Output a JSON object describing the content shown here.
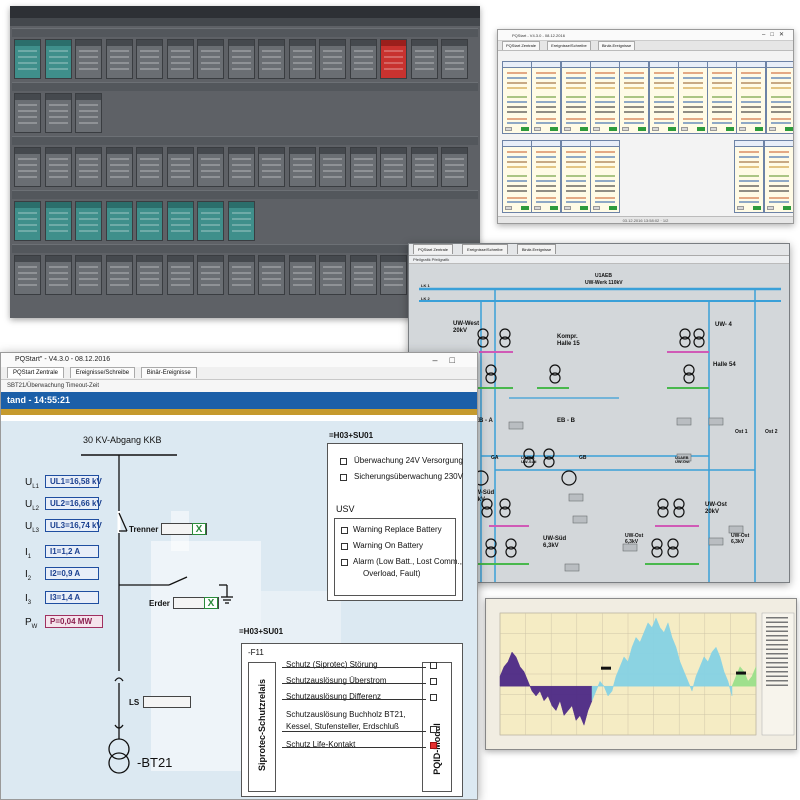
{
  "tiles_window": {
    "title": "PQStart Zentrale",
    "groups": [
      "",
      "",
      "",
      "",
      ""
    ]
  },
  "cards_window": {
    "title": "PQStart - V4.3.0 - 08.12.2016",
    "tabs": [
      "PQStart Zentrale",
      "Ereignisse/Schreibe",
      "Binär-Ereignisse"
    ],
    "status": "03.12.2016 13:58:02 · 1/2"
  },
  "network_window": {
    "tabs": [
      "PQStart Zentrale",
      "Ereignisse/Schreibe",
      "Binär-Ereignisse"
    ],
    "sub": "Pfeilgrafik   Pfeilgrafik",
    "labels": {
      "top_station": "U1AEB",
      "top_station_sub": "UW-Werk 110kV",
      "uw_west": "UW-West\n20kV",
      "uw4": "UW- 4",
      "kompr": "Kompr.\nHalle 15",
      "halle54": "Halle 54",
      "eb_a": "EB - A",
      "eb_b": "EB - B",
      "ga": "GA",
      "gb": "GB",
      "uw_sued_top": "U1AEB\nUW-Süd",
      "uw_ost_top": "U1AEB\nUW-Ost",
      "ost1": "Ost 1",
      "ost2": "Ost 2",
      "uw_sued_20": "UW-Süd\n20kV",
      "uw_sued_63": "UW-Süd\n6,3kV",
      "uw_ost_20": "UW-Ost\n20kV",
      "uw_ost_63": "UW-Ost\n6,3kV",
      "uw_ost_63b": "UW-Ost\n6,3kV",
      "lk1": "LK 1",
      "lk2": "LK 2"
    }
  },
  "chart_data": {
    "type": "area",
    "title": "",
    "xlabel": "",
    "ylabel": "",
    "series": [
      {
        "color": "#4d2a86",
        "y": [
          2,
          4,
          5,
          7,
          6,
          4,
          3,
          1,
          -1,
          -2,
          -1,
          -3,
          -2,
          -4,
          -5,
          -3,
          -6,
          -5,
          -4,
          -7,
          -6,
          -8,
          -5,
          -3
        ]
      },
      {
        "color": "#86d2e4",
        "y": [
          -3,
          -1,
          1,
          0,
          -2,
          -1,
          2,
          4,
          6,
          5,
          8,
          10,
          9,
          11,
          13,
          12,
          14,
          12,
          11,
          13,
          10,
          8,
          5,
          3,
          1,
          -1,
          2,
          4,
          6,
          5,
          7,
          8,
          6,
          3,
          1,
          -2
        ]
      },
      {
        "color": "#9be08b",
        "y": [
          0,
          2,
          4,
          3,
          1,
          2,
          4
        ]
      }
    ],
    "ylim": [
      -10,
      15
    ],
    "grid": true,
    "background_band": "#f5ecc4"
  },
  "main_window": {
    "title": "PQStart\" - V4.3.0 - 08.12.2016",
    "tabs": [
      "PQStart Zentrale",
      "Ereignisse/Schreibe",
      "Binär-Ereignisse"
    ],
    "subtitle": "SBT21/Überwachung Timeout-Zeit",
    "bluebar": "tand - 14:55:21",
    "feeder_title": "30 KV-Abgang KKB",
    "measurements": [
      {
        "sym": "U",
        "sub": "L1",
        "value": "UL1=16,58 kV"
      },
      {
        "sym": "U",
        "sub": "L2",
        "value": "UL2=16,66 kV"
      },
      {
        "sym": "U",
        "sub": "L3",
        "value": "UL3=16,74 kV"
      },
      {
        "sym": "I",
        "sub": "1",
        "value": "I1=1,2 A"
      },
      {
        "sym": "I",
        "sub": "2",
        "value": "I2=0,9 A"
      },
      {
        "sym": "I",
        "sub": "3",
        "value": "I3=1,4 A"
      },
      {
        "sym": "P",
        "sub": "W",
        "value": "P=0,04 MW"
      }
    ],
    "trenner": "Trenner",
    "erder": "Erder",
    "ls": "LS",
    "bt21": "-BT21",
    "h03_1": "=H03+SU01",
    "panel1_items": [
      "Überwachung 24V Versorgung",
      "Sicherungsüberwachung 230V"
    ],
    "usv": "USV",
    "usv_items": [
      "Warning Replace Battery",
      "Warning On Battery",
      "Alarm (Low Batt., Lost Comm.,",
      "Overload, Fault)"
    ],
    "h03_2": "=H03+SU01",
    "f11": "-F11",
    "relay_items": [
      "Schutz (Siprotec) Störung",
      "Schutzauslösung Überstrom",
      "Schutzauslösung Differenz",
      "Schutzauslösung Buchholz BT21,",
      "Kessel, Stufensteller, Erdschluß",
      "Schutz Life-Kontakt"
    ],
    "vert_left": "Siprotec-Schutzrelais",
    "vert_right": "PQID-Modul",
    "x_mark": "X"
  }
}
